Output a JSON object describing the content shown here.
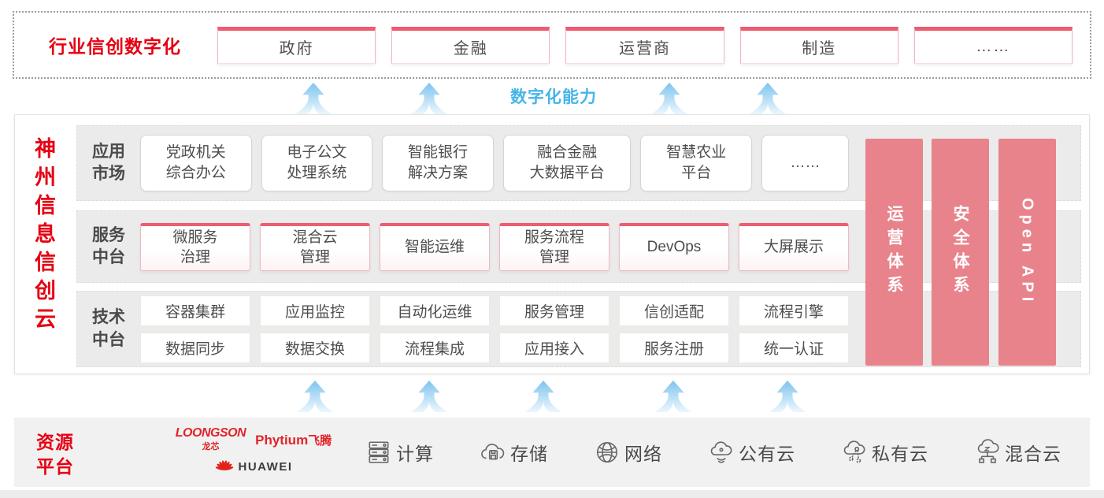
{
  "top_banner": {
    "label": "行业信创数字化",
    "industries": [
      "政府",
      "金融",
      "运营商",
      "制造",
      "……"
    ]
  },
  "capability_label": "数字化能力",
  "platform": {
    "title": "神州信息信创云",
    "app_market": {
      "label": "应用\n市场",
      "items": [
        "党政机关\n综合办公",
        "电子公文\n处理系统",
        "智能银行\n解决方案",
        "融合金融\n大数据平台",
        "智慧农业\n平台",
        "……"
      ]
    },
    "service": {
      "label": "服务\n中台",
      "items": [
        "微服务\n治理",
        "混合云\n管理",
        "智能运维",
        "服务流程\n管理",
        "DevOps",
        "大屏展示"
      ]
    },
    "tech": {
      "label": "技术\n中台",
      "row1": [
        "容器集群",
        "应用监控",
        "自动化运维",
        "服务管理",
        "信创适配",
        "流程引擎"
      ],
      "row2": [
        "数据同步",
        "数据交换",
        "流程集成",
        "应用接入",
        "服务注册",
        "统一认证"
      ]
    },
    "pillars": [
      "运营体系",
      "安全体系",
      "Open API"
    ]
  },
  "resources": {
    "label": "资源\n平台",
    "vendors": {
      "loongson": "LOONGSON",
      "loongson_cn": "龙芯",
      "phytium": "Phytium",
      "phytium_cn": "飞腾",
      "huawei": "HUAWEI"
    },
    "items": [
      {
        "icon": "server-icon",
        "label": "计算"
      },
      {
        "icon": "storage-cloud-icon",
        "label": "存储"
      },
      {
        "icon": "network-globe-icon",
        "label": "网络"
      },
      {
        "icon": "public-cloud-icon",
        "label": "公有云"
      },
      {
        "icon": "private-cloud-icon",
        "label": "私有云"
      },
      {
        "icon": "hybrid-cloud-icon",
        "label": "混合云"
      }
    ]
  },
  "colors": {
    "brand_red": "#e60012",
    "pink_accent": "#ee5d72",
    "pillar_salmon": "#e8838c",
    "capability_blue": "#45b5e8"
  }
}
